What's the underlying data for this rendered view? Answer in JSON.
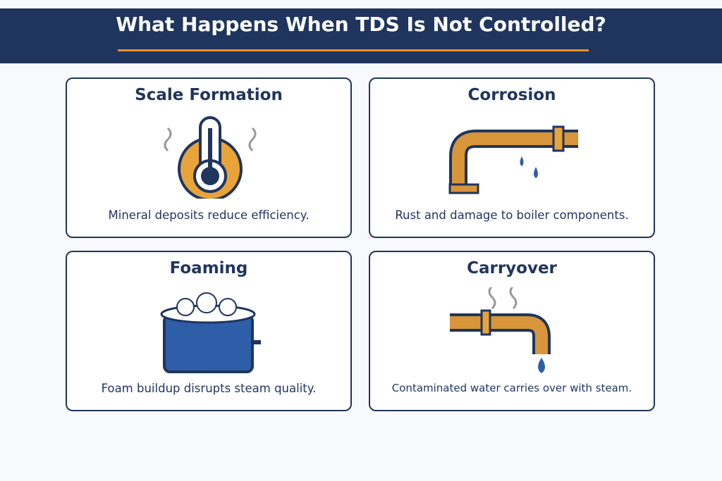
{
  "title": "What Happens When TDS Is Not Controlled?",
  "cards": [
    {
      "heading": "Scale Formation",
      "text": "Mineral deposits reduce efficiency.",
      "icon": "thermometer-gear-icon"
    },
    {
      "heading": "Corrosion",
      "text": "Rust and damage to boiler components.",
      "icon": "rusty-pipe-icon"
    },
    {
      "heading": "Foaming",
      "text": "Foam buildup disrupts steam quality.",
      "icon": "foaming-tank-icon"
    },
    {
      "heading": "Carryover",
      "text": "Contaminated water carries over with steam.",
      "icon": "steaming-pipe-icon"
    }
  ],
  "colors": {
    "navy": "#1f355e",
    "orange": "#e8902a",
    "water": "#2f5ea8"
  }
}
